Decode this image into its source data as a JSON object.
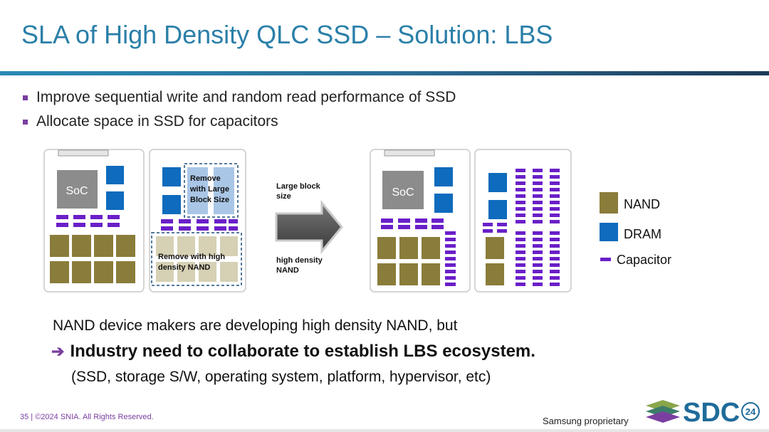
{
  "title": "SLA of High Density QLC SSD – Solution: LBS",
  "bullets": [
    "Improve sequential write and random read performance of SSD",
    "Allocate space in SSD for capacitors"
  ],
  "diagram": {
    "soc_label": "SoC",
    "callout_block": [
      "Remove",
      "with Large",
      "Block Size"
    ],
    "callout_nand": [
      "Remove with high",
      "density NAND"
    ],
    "arrow_label_top": [
      "Large block",
      "size"
    ],
    "arrow_label_bottom": [
      "high density",
      "NAND"
    ]
  },
  "legend": {
    "items": [
      {
        "label": "NAND",
        "color": "#8a7c3a"
      },
      {
        "label": "DRAM",
        "color": "#0e6bbd"
      },
      {
        "label": "Capacitor",
        "color": "#6a1fc8"
      }
    ]
  },
  "note": "NAND device makers are developing high density NAND, but",
  "key_message": "Industry need to collaborate to establish LBS ecosystem.",
  "examples": "(SSD, storage S/W, operating system, platform, hypervisor, etc)",
  "footer": {
    "copyright": "35 | ©2024 SNIA. All Rights Reserved.",
    "proprietary": "Samsung proprietary",
    "logo_text": "SDC",
    "logo_badge": "24"
  },
  "colors": {
    "title": "#2a7fa8",
    "nand": "#8a7c3a",
    "dram": "#0e6bbd",
    "capacitor": "#6a1fc8",
    "faded_nand": "#d6d0b4",
    "faded_dram": "#a9c6e6",
    "soc": "#8c8c8c",
    "accent": "#7a3fa0"
  }
}
